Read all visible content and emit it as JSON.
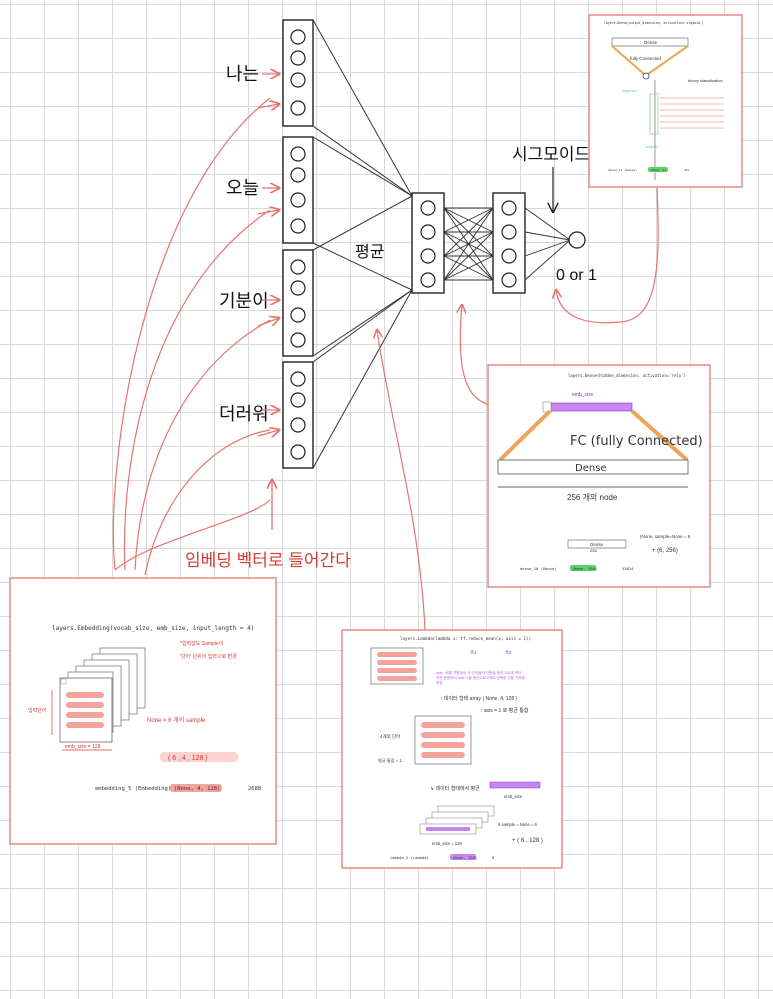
{
  "words": [
    "나는",
    "오늘",
    "기분이",
    "더러워"
  ],
  "labels": {
    "average": "평균",
    "sigmoid": "시그모이드",
    "output": "0 or 1",
    "embed_note": "임베딩 벡터로 들어간다"
  },
  "panels": {
    "embedding": {
      "code": "layers.Embedding(vocab_size, emb_size, input_length = 4)",
      "note_line1": "*입력값도 Sample이",
      "note_line2": "'단어' 단위의 입력으로 변경",
      "side_label": "입력단어",
      "none_note": "None = 6 개의 sample",
      "width_label": "emb_size = 128",
      "shape_note": "( 6 , 4 , 128 )",
      "summary_name": "embedding_5 (Embedding)",
      "summary_shape": "(None, 4, 128)",
      "summary_params": "2688"
    },
    "lambda": {
      "code": "layers.Lambda(lambda x: tf.reduce_mean(x, axis = 1))",
      "axis_note1": "축1",
      "axis_note2": "축2",
      "body_note1": "axis : 배열 차원에서 각 단어들의 차원을 평균 128개 벡터,",
      "body_note2": "모든 문장에서 axis=1을 평균으로 2개로 압축한 것을 가져옴",
      "body_note3": "변경",
      "step1": "↑ 데이터 형태 array  ( None, 4, 128 )",
      "step2": "↑ axis = 1 로 평균 통합",
      "side_label1": "4개의 단어",
      "side_label2": "평균 통합 = 1",
      "step3": "↳ 데이터 형태에서 평균",
      "emb_label": "emb_size",
      "none_note": "6 sample = None = 6",
      "shape_note": "+ ( 6 , 128 )",
      "width_label": "emb_size = 128",
      "summary_name": "lambda_2 (Lambda)",
      "summary_shape": "(None, 128)",
      "summary_params": "0"
    },
    "dense_hidden": {
      "code": "layers.Dense(hidden_dimension, activation='relu')",
      "emb_label": "emb_size",
      "fc_label": "FC (fully Connected)",
      "dense_label": "Dense",
      "node_label": "256 개의 node",
      "small_dense": "Dense",
      "small_dim": "256",
      "none_note": "(None, sample=None = 6",
      "shape_note": "+ (6, 256)",
      "summary_name": "dense_10 (Dense)",
      "summary_shape": "(None, 256)",
      "summary_params": "33024"
    },
    "dense_out": {
      "code": "layers.Dense(output_dimension, activation='sigmoid')",
      "dense_label": "Dense",
      "fc_label": "fully Connected",
      "arrow_note": "binary classification",
      "sigmoid_label": "Sigmoid",
      "out_label": "output",
      "summary_name": "dense_11 (Dense)",
      "summary_shape": "(None, 1)",
      "summary_params": "257"
    }
  },
  "colors": {
    "annotation": "#e8736b",
    "emb_text": "#d63b2f",
    "orange": "#f0a35b",
    "purple": "#b35ee6",
    "green": "#5cd16a"
  }
}
